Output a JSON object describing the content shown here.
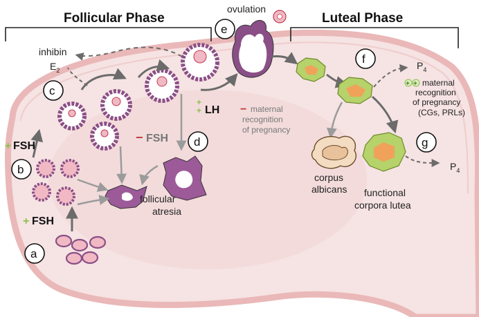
{
  "headers": {
    "follicular": "Follicular Phase",
    "luteal": "Luteal Phase"
  },
  "steps": {
    "a": "a",
    "b": "b",
    "c": "c",
    "d": "d",
    "e": "e",
    "f": "f",
    "g": "g"
  },
  "labels": {
    "ovulation": "ovulation",
    "inhibin": "inhibin",
    "e2": "E",
    "e2_sub": "2",
    "fsh_b": "FSH",
    "fsh_a": "FSH",
    "fsh_d": "FSH",
    "lh": "LH",
    "follicular_atresia_1": "follicular",
    "follicular_atresia_2": "atresia",
    "mrp_neg_1": "maternal",
    "mrp_neg_2": "recognition",
    "mrp_neg_3": "of pregnancy",
    "mrp_pos_1": "maternal",
    "mrp_pos_2": "recognition",
    "mrp_pos_3": "of pregnancy",
    "mrp_pos_4": "(CGs, PRLs)",
    "corpus_1": "corpus",
    "corpus_2": "albicans",
    "functional_1": "functional",
    "functional_2": "corpora lutea",
    "p4_top": "P",
    "p4_top_sub": "4",
    "p4_bottom": "P",
    "p4_bottom_sub": "4"
  },
  "signs": {
    "plus": "+",
    "minus": "−"
  },
  "colors": {
    "ovary_fill": "#f6e3e3",
    "ovary_edge": "#eab8b8",
    "follicle": "#8a4f86",
    "follicle_pink": "#f1b9c4",
    "atresia": "#9c5a98",
    "corpus_luteum_outer": "#b6d26a",
    "corpus_luteum_inner": "#f0a25a",
    "corpus_albicans": "#f3dcc1",
    "plus_green": "#8cc04a",
    "minus_red": "#c43a3a",
    "arrow_gray": "#9b9b9b"
  }
}
